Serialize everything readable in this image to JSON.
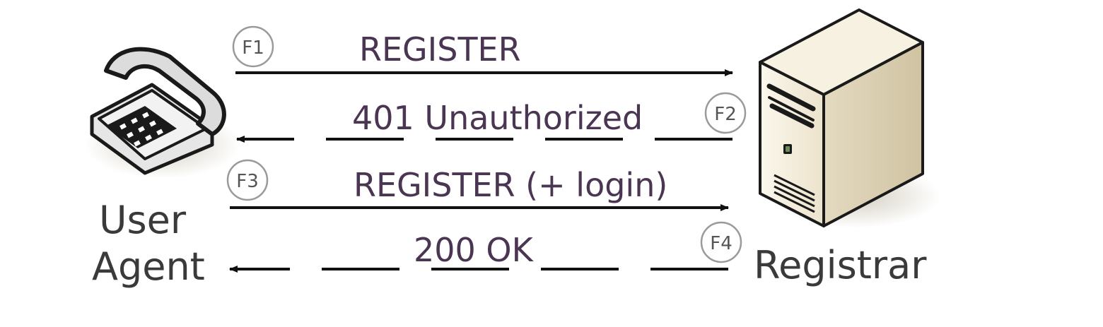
{
  "actors": {
    "user_agent": {
      "label_line1": "User",
      "label_line2": "Agent",
      "icon": "telephone-icon"
    },
    "registrar": {
      "label": "Registrar",
      "icon": "server-icon"
    }
  },
  "messages": [
    {
      "step": "F1",
      "label": "REGISTER",
      "direction": "to-registrar",
      "line": "solid"
    },
    {
      "step": "F2",
      "label": "401 Unauthorized",
      "direction": "to-user-agent",
      "line": "dashed"
    },
    {
      "step": "F3",
      "label": "REGISTER (+ login)",
      "direction": "to-registrar",
      "line": "solid"
    },
    {
      "step": "F4",
      "label": "200 OK",
      "direction": "to-user-agent",
      "line": "dashed"
    }
  ],
  "colors": {
    "line": "#111111",
    "text": "#3a3a3a",
    "server_body": "#f1ead8",
    "server_side": "#ddd2b4",
    "phone_body": "#ececec"
  }
}
